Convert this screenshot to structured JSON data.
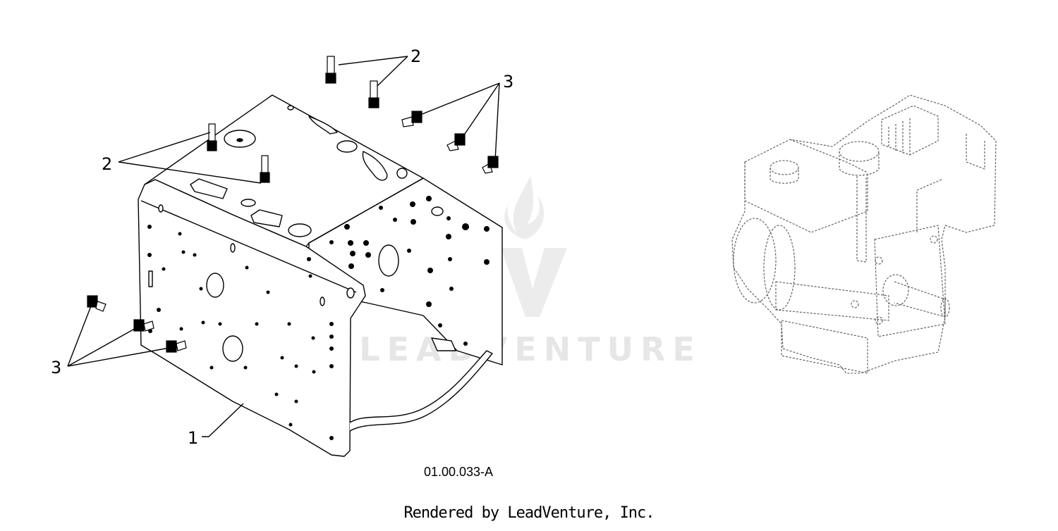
{
  "diagram": {
    "callouts": {
      "frame": "1",
      "stud": "2",
      "bolt": "3"
    },
    "figure_code": "01.00.033-A",
    "watermark_text": "LEADVENTURE"
  },
  "footer": {
    "credit": "Rendered by LeadVenture, Inc."
  },
  "colors": {
    "line": "#000000",
    "watermark": "#e4e4e4",
    "ghost": "#555555"
  }
}
